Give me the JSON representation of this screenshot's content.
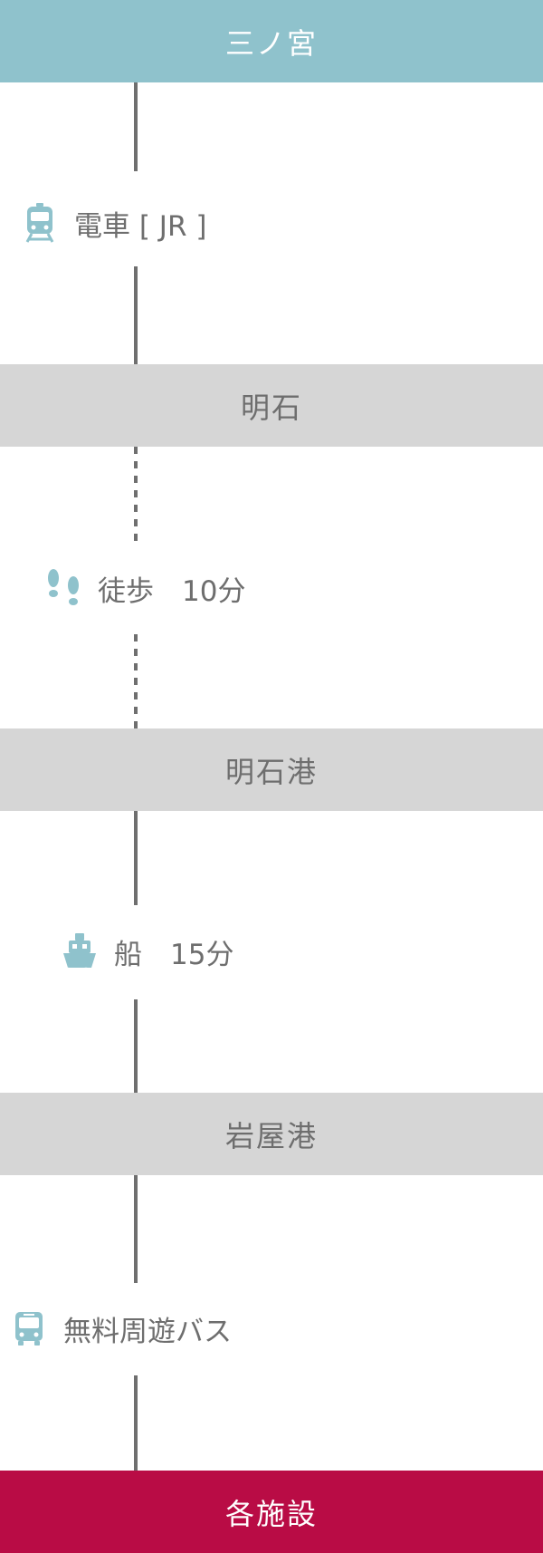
{
  "stations": {
    "start": "三ノ宮",
    "akashi": "明石",
    "akashi_port": "明石港",
    "iwaya_port": "岩屋港",
    "end": "各施設"
  },
  "routes": {
    "train": "電車 [ JR ]",
    "walk": "徒歩　10分",
    "ship": "船　15分",
    "bus": "無料周遊バス"
  },
  "icons": {
    "train": "train-icon",
    "walk": "footprints-icon",
    "ship": "ship-icon",
    "bus": "bus-icon"
  },
  "colors": {
    "start_bg": "#8fc2cc",
    "station_bg": "#d6d6d6",
    "end_bg": "#b90c45",
    "icon": "#8fc2cc",
    "line": "#6f6f6f"
  }
}
